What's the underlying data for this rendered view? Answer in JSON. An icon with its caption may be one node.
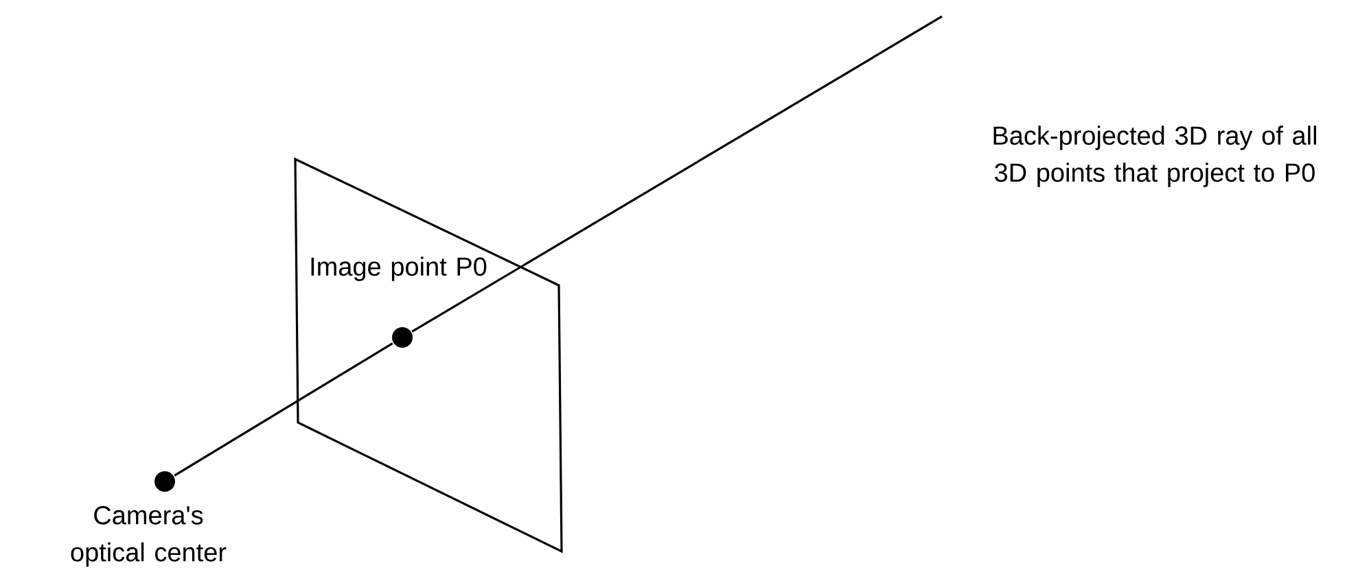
{
  "diagram": {
    "nodes": [
      {
        "text": [],
        "shape": "circle",
        "beside": [
          "Camera's optical center"
        ]
      },
      {
        "text": [],
        "shape": "circle",
        "beside": [
          "Image point P0"
        ]
      }
    ],
    "edges": [
      {
        "from": 0,
        "to": 1,
        "arrow": "none"
      },
      {
        "from": 1,
        "to": null,
        "arrow": "none"
      }
    ],
    "labels": [
      "Back-projected 3D ray of all 3D points that project to P0"
    ]
  }
}
